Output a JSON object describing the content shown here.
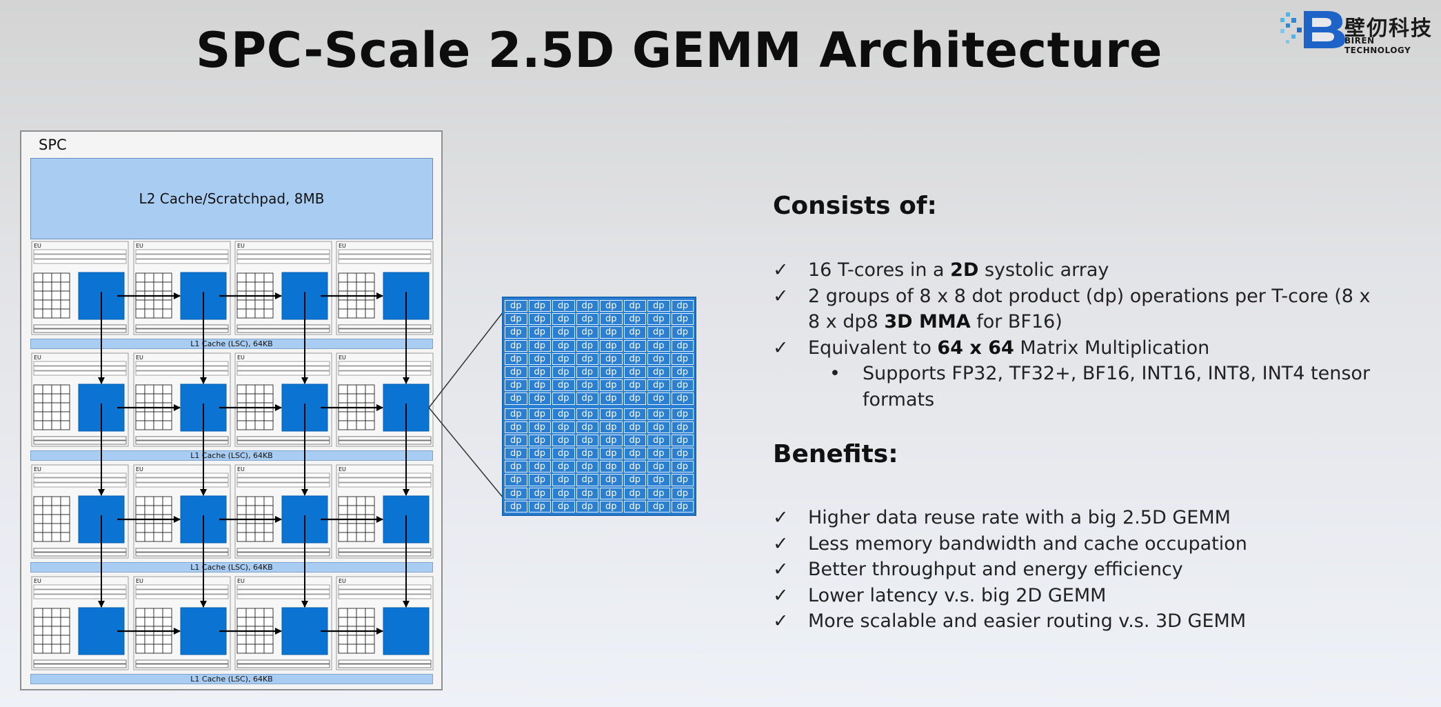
{
  "title": "SPC-Scale 2.5D GEMM Architecture",
  "logo": {
    "name_zh": "壁仞科技",
    "name_en": "BIREN TECHNOLOGY"
  },
  "diagram": {
    "spc_label": "SPC",
    "l2_label": "L2 Cache/Scratchpad, 8MB",
    "l1_label": "L1 Cache (LSC), 64KB",
    "eu_label": "EU",
    "dp_label": "dp",
    "dp_rows": 16,
    "dp_cols": 8
  },
  "consists": {
    "heading": "Consists of:",
    "item1": {
      "pre": "16 T-cores in a ",
      "bold": "2D",
      "post": " systolic array"
    },
    "item2": {
      "pre": "2 groups of 8 x 8 dot product (dp) operations per T-core (8 x 8 x dp8 ",
      "bold": "3D MMA",
      "post": " for BF16)"
    },
    "item3": {
      "pre": "Equivalent to ",
      "bold": "64 x 64",
      "post": " Matrix Multiplication"
    },
    "sub1": "Supports FP32, TF32+, BF16, INT16, INT8, INT4 tensor formats"
  },
  "benefits": {
    "heading": "Benefits:",
    "items": [
      "Higher data reuse rate with a big 2.5D GEMM",
      "Less memory bandwidth and cache occupation",
      "Better throughput and energy efficiency",
      "Lower latency v.s. big 2D GEMM",
      "More scalable and easier routing v.s. 3D GEMM"
    ]
  }
}
